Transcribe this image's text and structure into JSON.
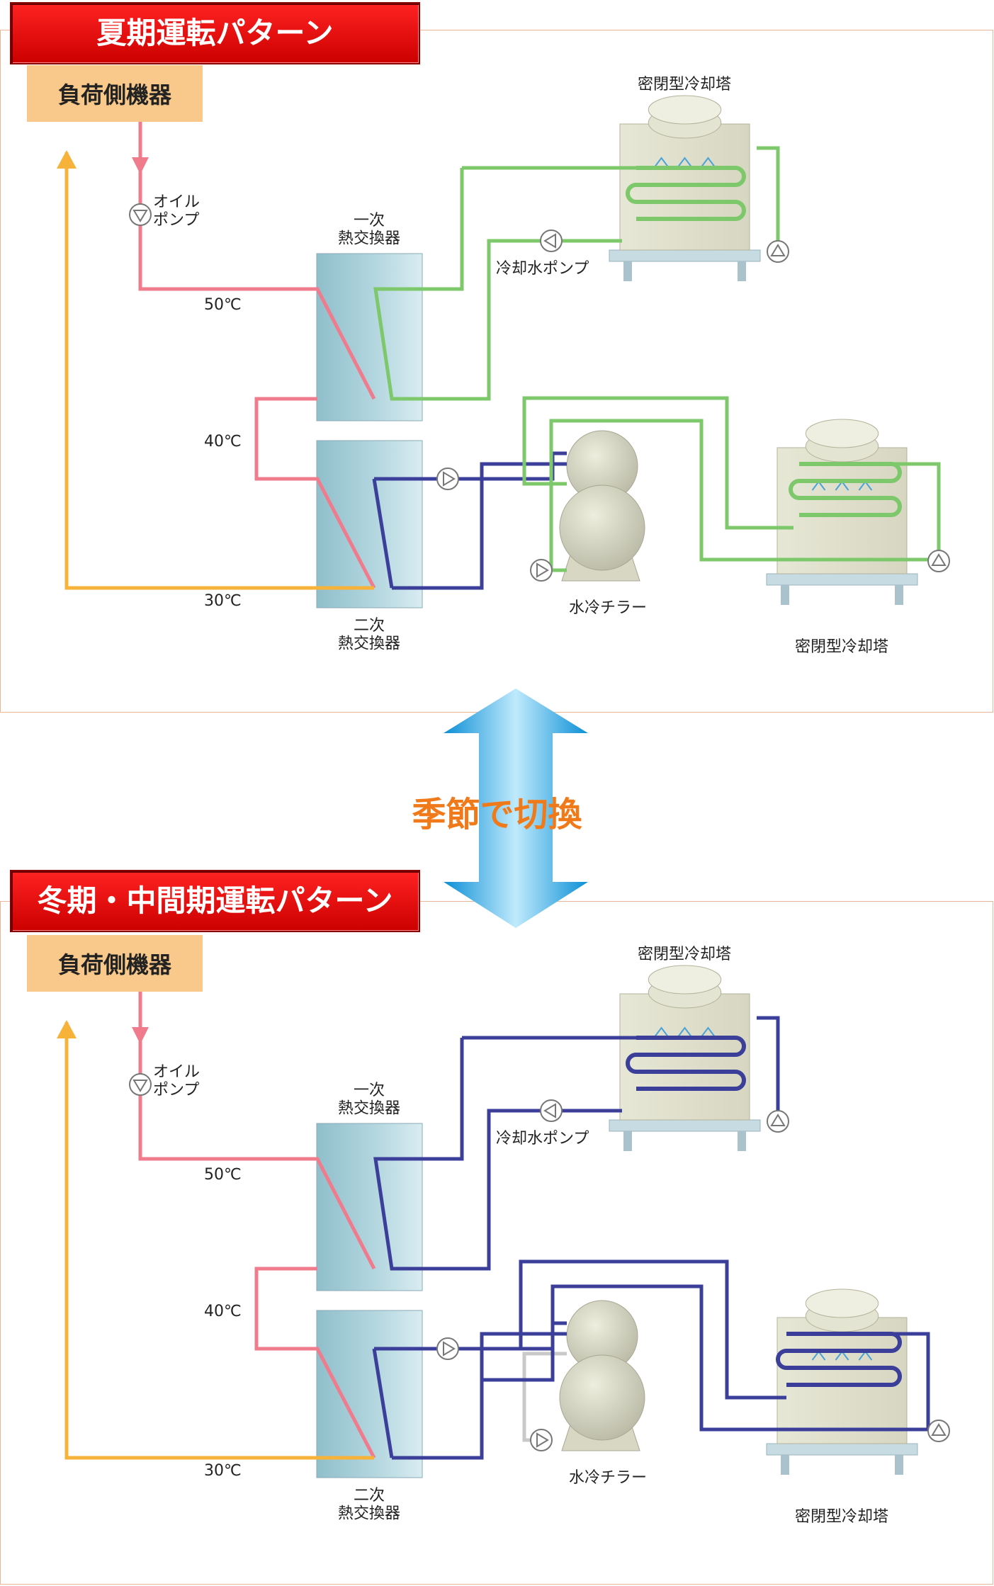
{
  "switch_label": "季節で切換",
  "panels": [
    {
      "title": "夏期運転パターン",
      "labels": {
        "load": "負荷側機器",
        "oil_pump": "オイル\nポンプ",
        "hx1": "一次\n熱交換器",
        "hx2": "二次\n熱交換器",
        "t50": "50℃",
        "t40": "40℃",
        "t30": "30℃",
        "tower_top": "密閉型冷却塔",
        "cw_pump": "冷却水ポンプ",
        "chiller": "水冷チラー",
        "tower_bottom": "密閉型冷却塔"
      }
    },
    {
      "title": "冬期・中間期運転パターン",
      "labels": {
        "load": "負荷側機器",
        "oil_pump": "オイル\nポンプ",
        "hx1": "一次\n熱交換器",
        "hx2": "二次\n熱交換器",
        "t50": "50℃",
        "t40": "40℃",
        "t30": "30℃",
        "tower_top": "密閉型冷却塔",
        "cw_pump": "冷却水ポンプ",
        "chiller": "水冷チラー",
        "tower_bottom": "密閉型冷却塔"
      }
    }
  ],
  "colors": {
    "hot": "#ef7b8d",
    "return": "#f7b23a",
    "cooling_summer": "#7cc86a",
    "cooling_winter": "#3b3f9a",
    "chilled": "#3b3f9a",
    "inactive": "#c9c9c9",
    "load_box": "#f8c98a",
    "arrow": "#1ab0e8",
    "switch_text": "#f07a1a"
  }
}
